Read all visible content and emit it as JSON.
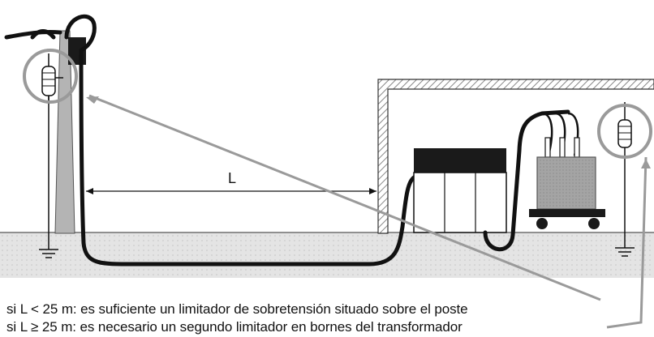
{
  "diagram": {
    "dimension_label": "L",
    "captions": [
      "si L < 25 m: es suficiente un limitador de sobretensión situado sobre el poste",
      "si L ≥ 25 m: es necesario un segundo limitador en bornes del transformador"
    ]
  },
  "colors": {
    "ground": "#e2e2e2",
    "cable": "#111111",
    "pole": "#b8b8b8",
    "transformer": "#a8a8a8",
    "pointer": "#a0a0a0"
  }
}
